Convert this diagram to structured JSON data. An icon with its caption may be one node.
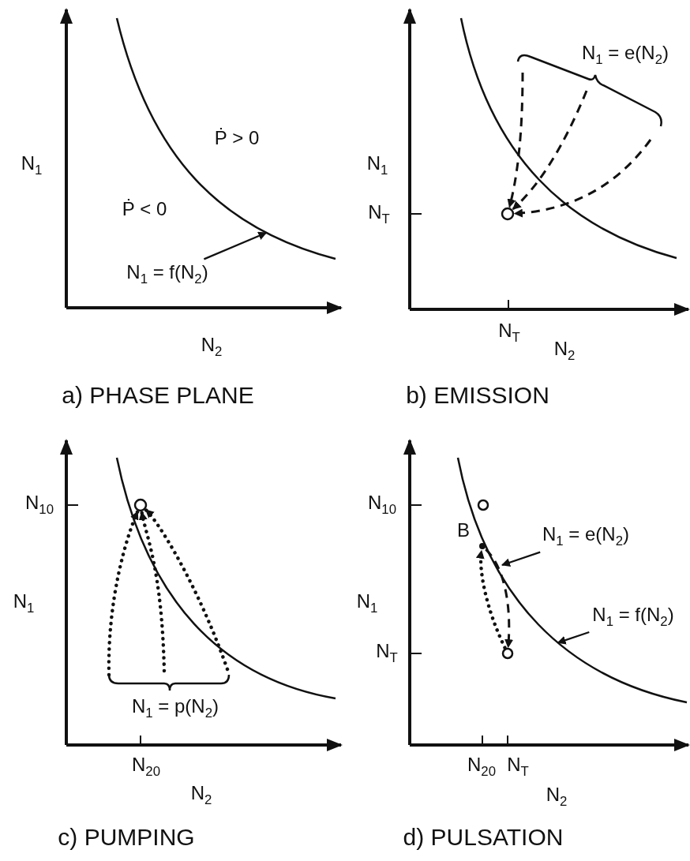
{
  "diagram": {
    "nodes": [
      {
        "text": [
          "N$_{1}$ = f(N$_{2}$)"
        ]
      },
      {
        "text": [],
        "shape": "curve"
      },
      {
        "text": [],
        "shape": "circle"
      },
      {
        "text": [],
        "shape": "circle"
      },
      {
        "text": [],
        "shape": "circle"
      },
      {
        "text": [],
        "shape": "dot",
        "beside": [
          "B"
        ]
      },
      {
        "text": [],
        "shape": "circle"
      },
      {
        "text": [
          "N$_{1}$ = e(N$_{2}$)"
        ]
      },
      {
        "text": [
          "N$_{1}$ = f(N$_{2}$)"
        ]
      }
    ],
    "edges": [
      {
        "from": 0,
        "to": 1,
        "arrow": "to"
      },
      {
        "from": null,
        "to": 2,
        "arrow": "to",
        "style": "dashed"
      },
      {
        "from": null,
        "to": 2,
        "arrow": "to",
        "style": "dashed"
      },
      {
        "from": null,
        "to": 2,
        "arrow": "to",
        "style": "dashed"
      },
      {
        "from": null,
        "to": 3,
        "arrow": "to",
        "style": "dashed"
      },
      {
        "from": null,
        "to": 3,
        "arrow": "to",
        "style": "dashed"
      },
      {
        "from": null,
        "to": 3,
        "arrow": "to",
        "style": "dashed"
      },
      {
        "from": 5,
        "to": 6,
        "arrow": "to",
        "style": "dashed"
      },
      {
        "from": 6,
        "to": 5,
        "arrow": "to",
        "style": "dashed"
      },
      {
        "from": 7,
        "to": null,
        "arrow": "to"
      },
      {
        "from": 8,
        "to": null,
        "arrow": "to"
      }
    ],
    "labels": [
      "N$_{1}$",
      "Ṗ > 0",
      "Ṗ < 0",
      "N$_{2}$",
      "a) PHASE PLANE",
      "N$_{1}$ = e(N$_{2}$)",
      "N$_{1}$",
      "N$_{T}$",
      "N$_{T}$",
      "N$_{2}$",
      "b) EMISSION",
      "N$_{10}$",
      "N$_{1}$",
      "N$_{1}$ = p(N$_{2}$)",
      "N$_{20}$",
      "N$_{2}$",
      "c) PUMPING",
      "N$_{10}$",
      "N$_{1}$",
      "N$_{T}$",
      "N$_{20}$",
      "N$_{T}$",
      "N$_{2}$",
      "d) PULSATION"
    ]
  }
}
